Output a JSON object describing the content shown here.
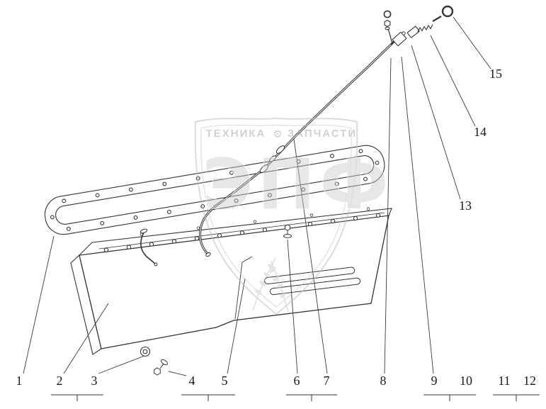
{
  "watermark": {
    "brand_left": "ТЕХНИКА",
    "gear_glyph": "⚙",
    "brand_right": "ЗАПЧАСТИ",
    "logo_text": "ЭПФ"
  },
  "colors": {
    "line": "#333333",
    "watermark_gray": "#c2c2c2",
    "background": "#ffffff"
  },
  "callouts": {
    "bottom": [
      "1",
      "2",
      "3",
      "4",
      "5",
      "6",
      "7",
      "8",
      "9",
      "10",
      "11",
      "12"
    ],
    "right": [
      "15",
      "14",
      "13"
    ]
  }
}
